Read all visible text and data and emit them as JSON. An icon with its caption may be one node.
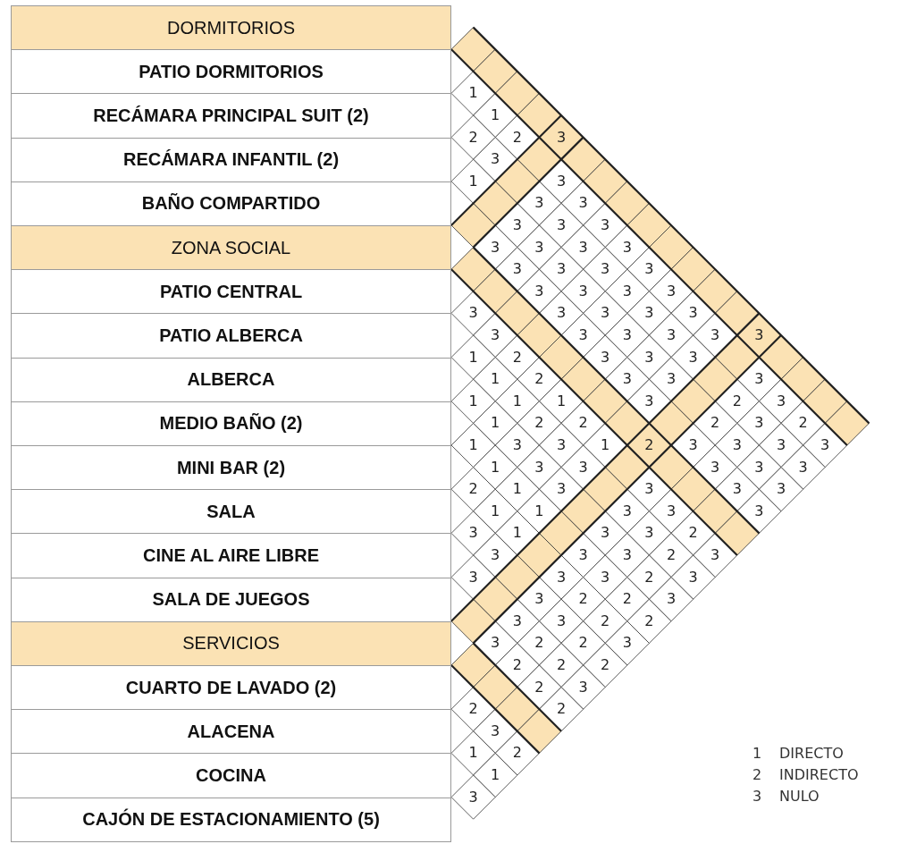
{
  "diagram": {
    "nodes": [
      {
        "text": [
          "DORMITORIOS"
        ]
      },
      {
        "text": [
          "PATIO DORMITORIOS"
        ]
      },
      {
        "text": [
          "RECÁMARA PRINCIPAL SUIT (2)"
        ]
      },
      {
        "text": [
          "RECÁMARA INFANTIL (2)"
        ]
      },
      {
        "text": [
          "BAÑO COMPARTIDO"
        ]
      },
      {
        "text": [
          "ZONA SOCIAL"
        ]
      },
      {
        "text": [
          "PATIO CENTRAL"
        ]
      },
      {
        "text": [
          "PATIO ALBERCA"
        ]
      },
      {
        "text": [
          "ALBERCA"
        ]
      },
      {
        "text": [
          "MEDIO BAÑO (2)"
        ]
      },
      {
        "text": [
          "MINI BAR (2)"
        ]
      },
      {
        "text": [
          "SALA"
        ]
      },
      {
        "text": [
          "CINE AL AIRE LIBRE"
        ]
      },
      {
        "text": [
          "SALA DE JUEGOS"
        ]
      },
      {
        "text": [
          "SERVICIOS"
        ]
      },
      {
        "text": [
          "CUARTO DE LAVADO (2)"
        ]
      },
      {
        "text": [
          "ALACENA"
        ]
      },
      {
        "text": [
          "COCINA"
        ]
      },
      {
        "text": [
          "CAJÓN DE ESTACIONAMIENTO (5)"
        ]
      }
    ],
    "labels": [
      "3",
      "3",
      "1",
      "1",
      "2",
      "3",
      "3",
      "3",
      "3",
      "3",
      "3",
      "3",
      "3",
      "3",
      "3",
      "2",
      "3",
      "2",
      "3",
      "3",
      "3",
      "3",
      "3",
      "3",
      "3",
      "3",
      "3",
      "2",
      "3",
      "3",
      "3",
      "1",
      "3",
      "3",
      "3",
      "3",
      "3",
      "3",
      "3",
      "3",
      "2",
      "3",
      "3",
      "3",
      "3",
      "3",
      "3",
      "3",
      "3",
      "3",
      "3",
      "3",
      "3",
      "3",
      "3",
      "3",
      "2",
      "3",
      "3",
      "2",
      "2",
      "1",
      "2",
      "1",
      "3",
      "3",
      "2",
      "3",
      "1",
      "1",
      "1",
      "2",
      "3",
      "3",
      "3",
      "3",
      "2",
      "3",
      "1",
      "1",
      "3",
      "3",
      "3",
      "3",
      "3",
      "2",
      "3",
      "1",
      "1",
      "1",
      "1",
      "3",
      "3",
      "2",
      "2",
      "2",
      "1",
      "1",
      "3",
      "2",
      "2",
      "3",
      "3",
      "3",
      "3",
      "3",
      "2",
      "2",
      "3",
      "3",
      "2",
      "2",
      "3",
      "3",
      "2",
      "2",
      "2",
      "2",
      "3",
      "2",
      "1",
      "1",
      "3",
      "1",
      "DIRECTO",
      "2",
      "INDIRECTO",
      "3",
      "NULO"
    ]
  }
}
